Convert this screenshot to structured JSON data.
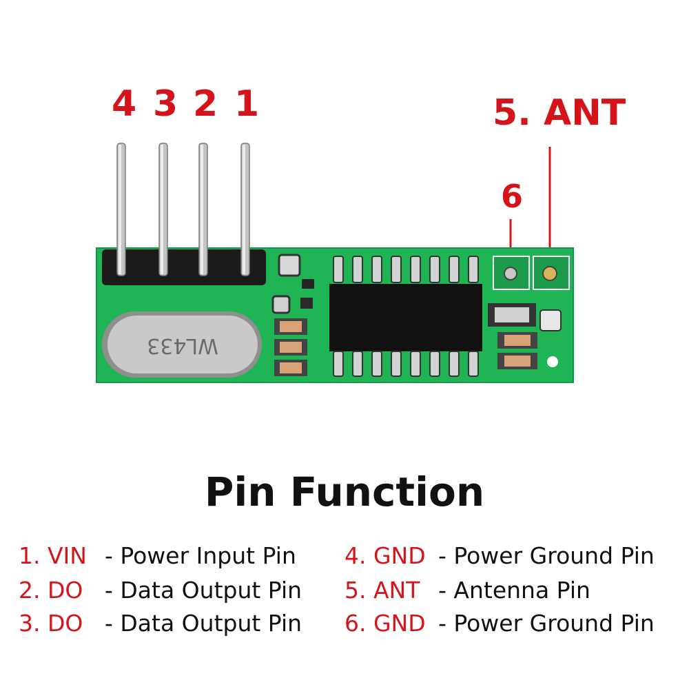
{
  "pin_numbers": [
    "4",
    "3",
    "2",
    "1"
  ],
  "ant_label": "5. ANT",
  "pin6_label": "6",
  "board_marking": "WL433",
  "title": "Pin Function",
  "legend": [
    {
      "code": "1. VIN",
      "desc": "- Power Input Pin"
    },
    {
      "code": "2. DO",
      "desc": "- Data Output Pin"
    },
    {
      "code": "3. DO",
      "desc": "- Data Output Pin"
    },
    {
      "code": "4. GND",
      "desc": "- Power Ground Pin"
    },
    {
      "code": "5. ANT",
      "desc": "- Antenna Pin"
    },
    {
      "code": "6. GND",
      "desc": "- Power Ground Pin"
    }
  ],
  "colors": {
    "accent": "#d4141a",
    "pcb": "#1fb554",
    "text": "#111111"
  }
}
